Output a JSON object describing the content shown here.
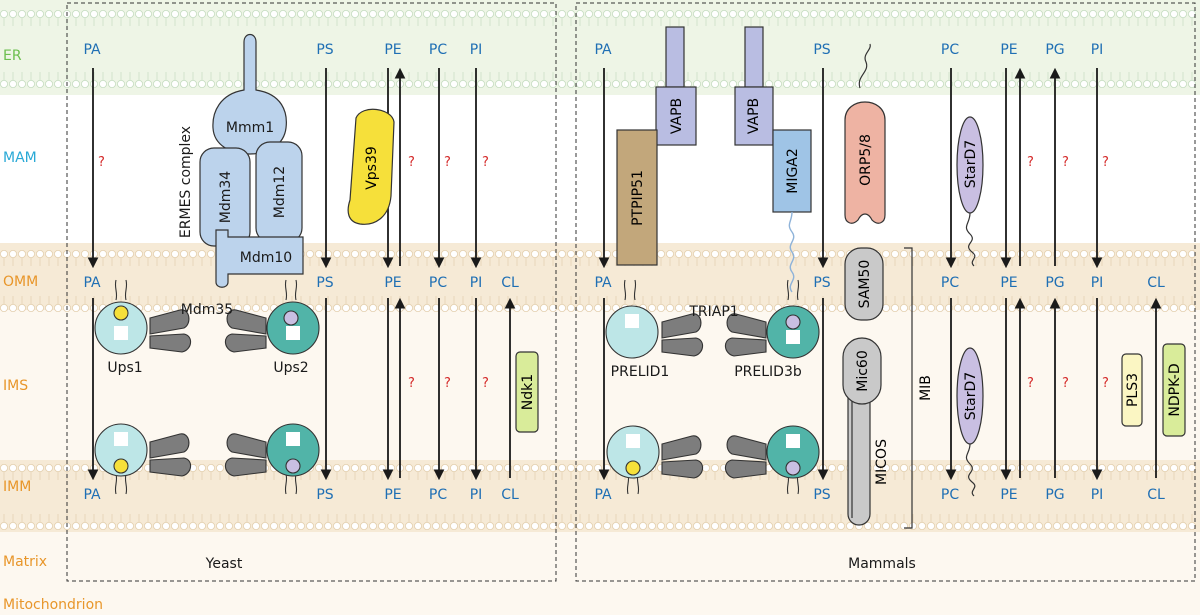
{
  "colors": {
    "er_band": "#eef5e6",
    "mito_band": "#f6ead6",
    "ims_band": "#fdf8f0",
    "label_green": "#6cbf4e",
    "label_cyan": "#29a9d6",
    "label_orange": "#e8962a",
    "lipid_blue": "#1f6fb4",
    "question_red": "#d42a2a",
    "ermes_fill": "#bcd3ec",
    "vapb_fill": "#b9bde2",
    "ptpip51_fill": "#c2a77b",
    "miga2_fill": "#9fc4e6",
    "orp_fill": "#eeb3a3",
    "stard7_fill": "#c9bfe2",
    "gray_fill": "#c9c9c9",
    "yellow_fill": "#f6e03a",
    "green_fill": "#d9ec9a",
    "pale_yellow_fill": "#fbf6c3",
    "ups_fill": "#bde6e7",
    "prelid3_fill": "#51b4a8",
    "dimer_fill": "#7d7d7d"
  },
  "compartments": {
    "er": "ER",
    "mam": "MAM",
    "omm": "OMM",
    "ims": "IMS",
    "imm": "IMM",
    "matrix": "Matrix",
    "mitochondrion": "Mitochondrion"
  },
  "yeast": {
    "panel_label": "Yeast",
    "lipids": {
      "er": [
        "PA",
        "PS",
        "PE",
        "PC",
        "PI"
      ],
      "omm": [
        "PA",
        "PS",
        "PE",
        "PC",
        "PI",
        "CL"
      ],
      "imm": [
        "PA",
        "PS",
        "PE",
        "PC",
        "PI",
        "CL"
      ]
    },
    "ermes": {
      "complex_label": "ERMES complex",
      "mmm1": "Mmm1",
      "mdm34": "Mdm34",
      "mdm12": "Mdm12",
      "mdm10": "Mdm10"
    },
    "vps39": "Vps39",
    "mdm35": "Mdm35",
    "ups1": "Ups1",
    "ups2": "Ups2",
    "ndk1": "Ndk1",
    "unknown": "?"
  },
  "mammals": {
    "panel_label": "Mammals",
    "lipids": {
      "er": [
        "PA",
        "PS",
        "PC",
        "PE",
        "PG",
        "PI"
      ],
      "omm": [
        "PA",
        "PS",
        "PC",
        "PE",
        "PG",
        "PI",
        "CL"
      ],
      "imm": [
        "PA",
        "PS",
        "PC",
        "PE",
        "PG",
        "PI",
        "CL"
      ]
    },
    "vapb_left": "VAPB",
    "ptpip51": "PTPIP51",
    "vapb_right": "VAPB",
    "miga2": "MIGA2",
    "orp58": "ORP5/8",
    "stard7_mam": "StarD7",
    "stard7_ims": "StarD7",
    "sam50": "SAM50",
    "mic60": "Mic60",
    "micos": "MICOS",
    "mib": "MIB",
    "triap1": "TRIAP1",
    "prelid1": "PRELID1",
    "prelid3b": "PRELID3b",
    "pls3": "PLS3",
    "ndpkd": "NDPK-D",
    "unknown": "?"
  }
}
